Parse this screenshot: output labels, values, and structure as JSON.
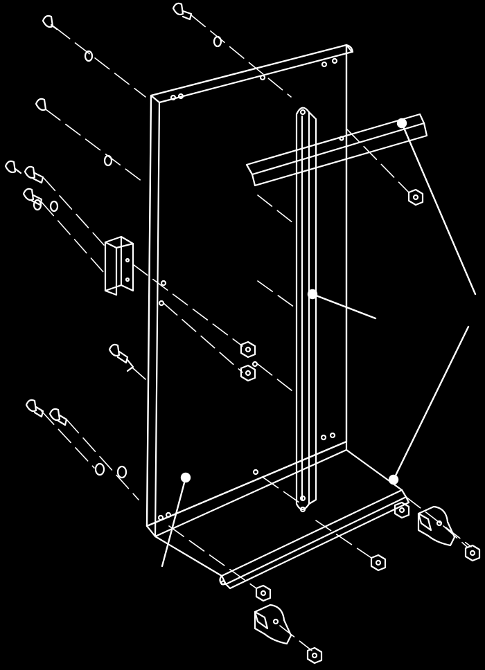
{
  "colors": {
    "background": "#000000",
    "line": "#ffffff"
  },
  "figure": {
    "kind": "exploded-assembly-drawing",
    "labels": []
  },
  "parts": [
    {
      "name": "back-panel",
      "shape": "plate"
    },
    {
      "name": "vertical-channel",
      "shape": "channel"
    },
    {
      "name": "top-angle-bracket",
      "shape": "angle"
    },
    {
      "name": "bottom-angle-bracket",
      "shape": "angle"
    },
    {
      "name": "side-clip-bracket",
      "shape": "clip"
    },
    {
      "name": "mounting-foot",
      "shape": "foot",
      "count": 2
    },
    {
      "name": "bolt",
      "shape": "bolt",
      "count": 9
    },
    {
      "name": "washer",
      "shape": "washer",
      "count": 7
    },
    {
      "name": "nut",
      "shape": "nut",
      "count": 7
    }
  ],
  "callouts": {
    "count": 4
  }
}
